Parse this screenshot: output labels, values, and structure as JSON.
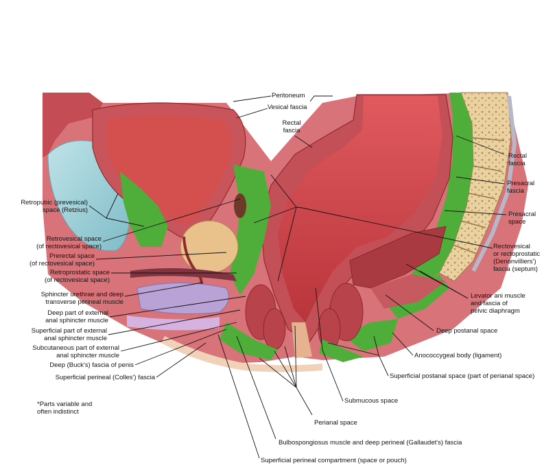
{
  "colors": {
    "muscle": "#c9545c",
    "muscle_dark": "#8f2a2f",
    "lumen": "#d84a4f",
    "fascia_space": "#4fae3a",
    "bone": "#e9d2a0",
    "pubis": "#9fd0d8",
    "prostate": "#e8c28a",
    "skin": "#f1d2b8",
    "violet": "#b9a2d6"
  },
  "labels": {
    "peritoneum": "Peritoneum",
    "vesical_fascia": "Vesical fascia",
    "rectal_fascia_top": "Rectal\nfascia",
    "rectal_fascia_right": "Rectal\nfascia",
    "presacral_fascia": "Presacral\nfascia",
    "presacral_space": "Presacral\nspace",
    "rectovesical_septum": "Rectovesical\nor rectoprostatic\n(Denonvilliers')\nfascia (septum)",
    "levator_ani": "Levator ani muscle\nand fascia of\npelvic diaphragm",
    "deep_postanal": "Deep postanal space",
    "anococcygeal": "Anococcygeal body (ligament)",
    "superficial_postanal": "Superficial postanal space (part of perianal space)",
    "submucous": "Submucous space",
    "perianal": "Perianal space",
    "bulbospongiosus": "Bulbospongiosus muscle and deep perineal (Gallaudet's) fascia",
    "superficial_perineal_compartment": "Superficial perineal compartment (space or pouch)",
    "retropubic": "Retropubic (prevesical)\nspace (Retzius)",
    "retrovesical": "Retrovesical space\n(of rectovesical space)",
    "prerectal": "Prerectal space\n(of rectovesical space)",
    "retroprostatic": "Retroprostatic space\n(of rectovesical space)",
    "sphincter_urethrae": "Sphincter urethrae and deep\ntransverse perineal muscle",
    "deep_external_anal": "Deep part of external\nanal sphincter muscle",
    "superficial_external_anal": "Superficial part of external\nanal sphincter muscle",
    "subcutaneous_external_anal": "Subcutaneous part of external\nanal sphincter muscle",
    "bucks_fascia": "Deep (Buck's) fascia of penis",
    "colles_fascia": "Superficial perineal (Colles') fascia",
    "footnote": "*Parts variable and\noften indistinct"
  }
}
